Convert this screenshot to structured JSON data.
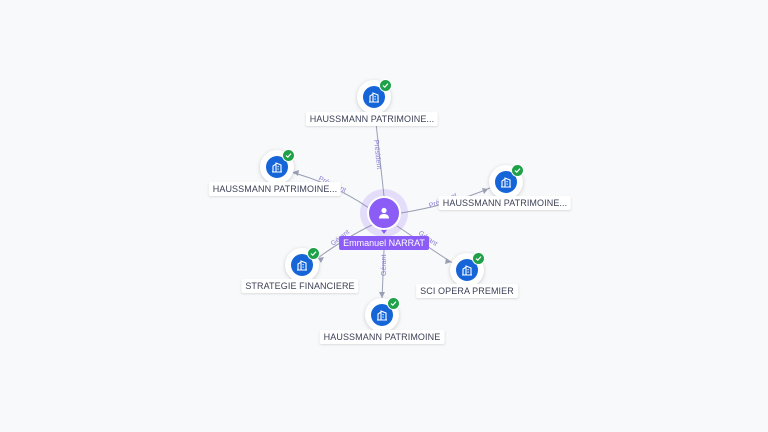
{
  "center": {
    "name": "Emmanuel NARRAT",
    "icon": "person-icon",
    "color": "#8b5cf6"
  },
  "companies": [
    {
      "id": "top",
      "name": "HAUSSMANN PATRIMOINE...",
      "icon": "company-building-icon",
      "verified": true
    },
    {
      "id": "upper-left",
      "name": "HAUSSMANN PATRIMOINE...",
      "icon": "company-building-icon",
      "verified": true
    },
    {
      "id": "right",
      "name": "HAUSSMANN PATRIMOINE...",
      "icon": "company-building-icon",
      "verified": true
    },
    {
      "id": "lower-left",
      "name": "STRATEGIE FINANCIERE",
      "icon": "company-building-icon",
      "verified": true
    },
    {
      "id": "lower-right",
      "name": "SCI OPERA PREMIER",
      "icon": "company-building-icon",
      "verified": true
    },
    {
      "id": "bottom",
      "name": "HAUSSMANN PATRIMOINE",
      "icon": "company-building-icon",
      "verified": true
    }
  ],
  "edges": [
    {
      "to": "top",
      "label": "Président"
    },
    {
      "to": "upper-left",
      "label": "Président"
    },
    {
      "to": "right",
      "label": "Président"
    },
    {
      "to": "lower-left",
      "label": "Gérant"
    },
    {
      "to": "lower-right",
      "label": "Gérant"
    },
    {
      "to": "bottom",
      "label": "Gérant"
    }
  ],
  "colors": {
    "company_disc": "#1565d8",
    "verified_badge": "#1fa14a",
    "edge": "#9aa0b4",
    "edge_label": "#8b7fd6"
  }
}
